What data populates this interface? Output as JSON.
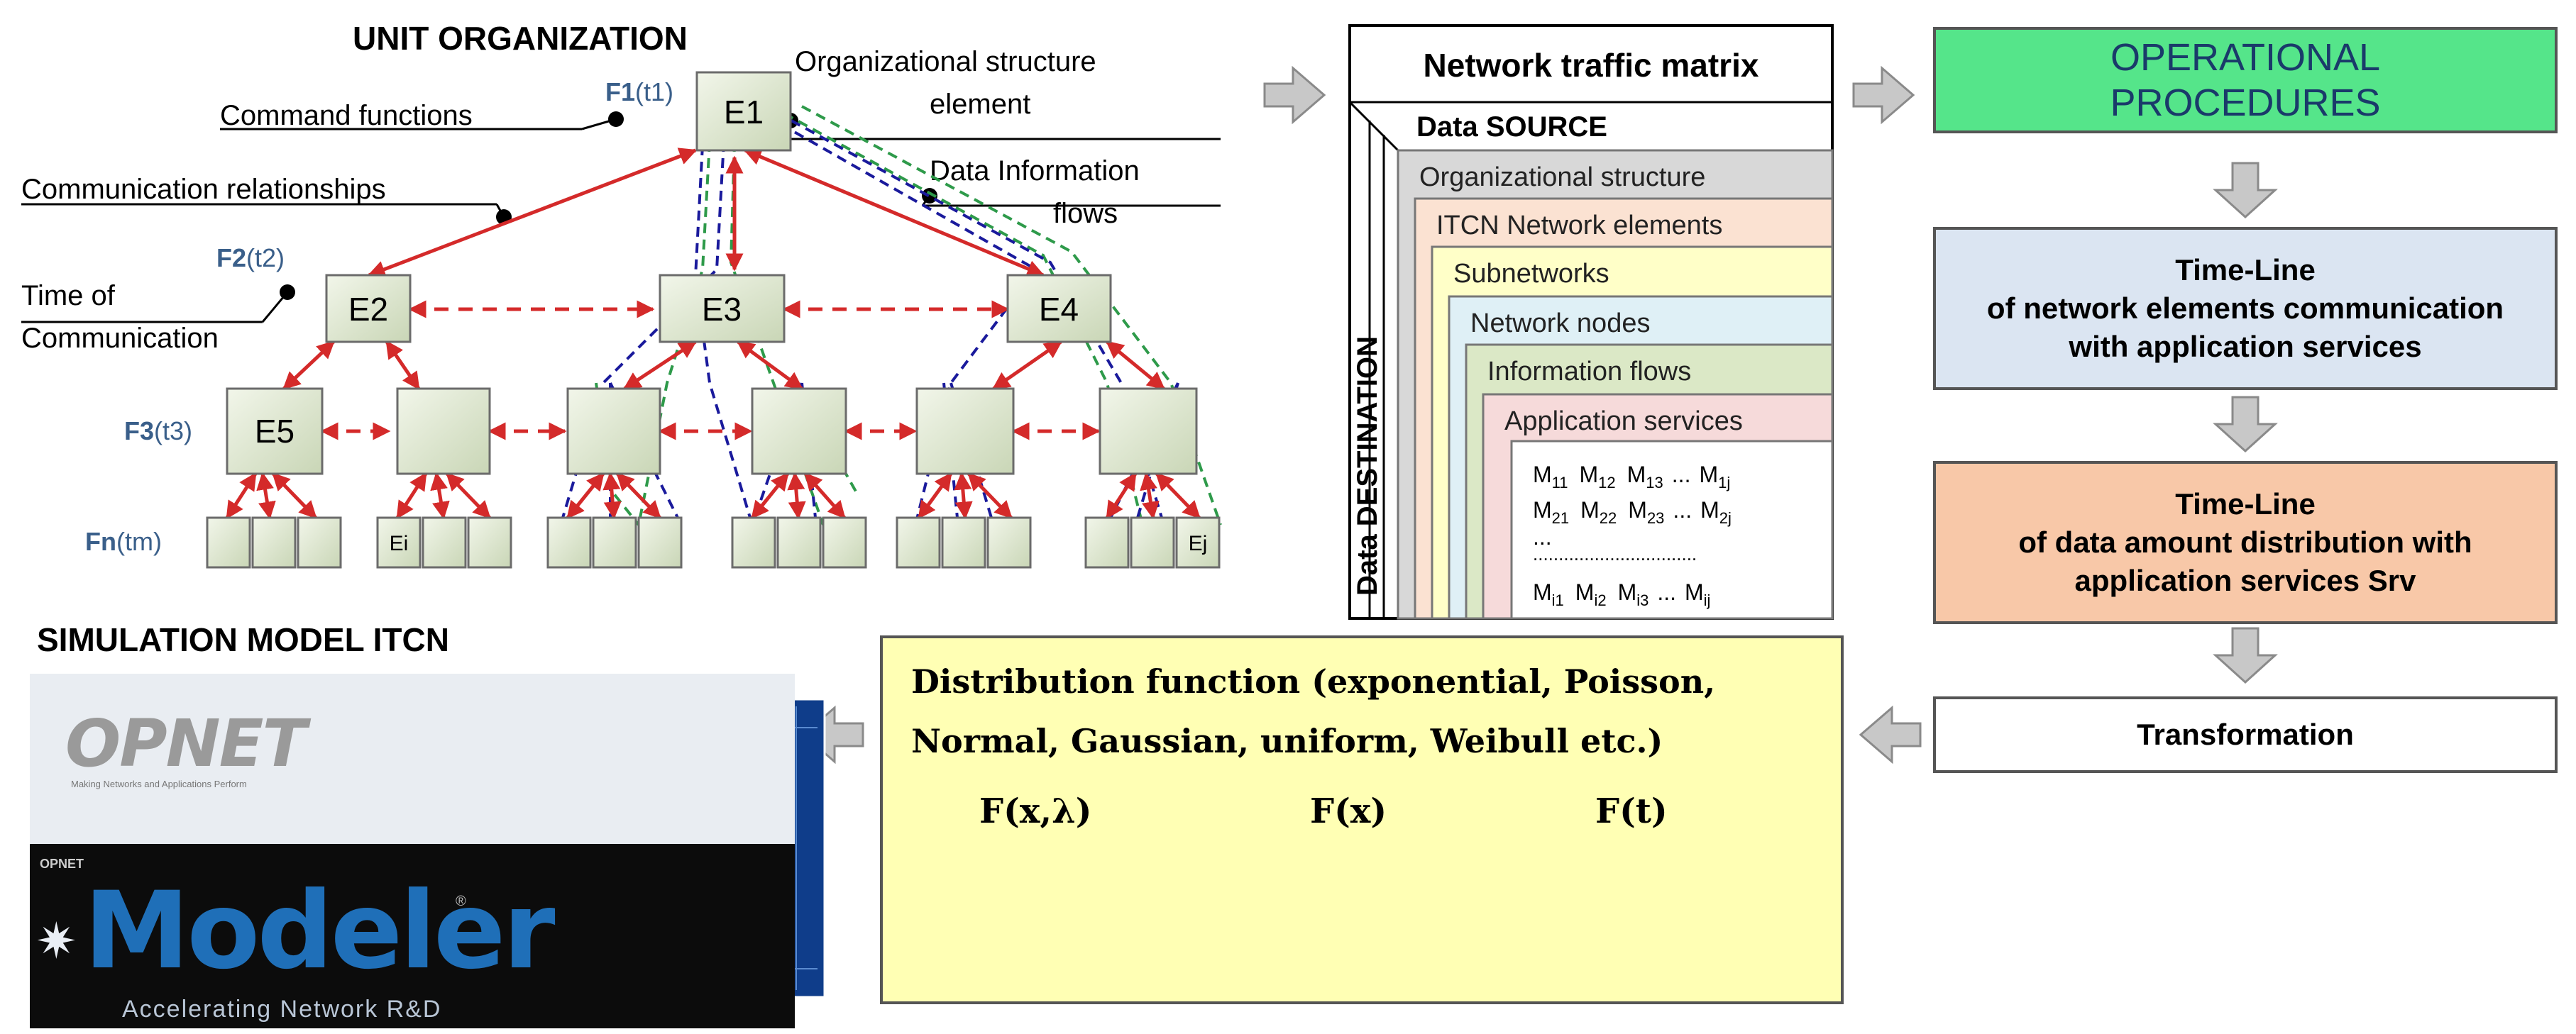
{
  "unit_organization": {
    "title": "UNIT ORGANIZATION",
    "annotations": {
      "command_functions": "Command functions",
      "communication_relationships": "Communication relationships",
      "time_of": "Time of",
      "communication": "Communication",
      "org_structure_line1": "Organizational structure",
      "org_structure_line2": "element",
      "data_info_line1": "Data Information",
      "data_info_line2": "flows"
    },
    "levels": [
      {
        "f": "F1",
        "t": "(t1)"
      },
      {
        "f": "F2",
        "t": "(t2)"
      },
      {
        "f": "F3",
        "t": "(t3)"
      },
      {
        "f": "Fn",
        "t": "(tm)"
      }
    ],
    "nodes": {
      "e1": "E1",
      "e2": "E2",
      "e3": "E3",
      "e4": "E4",
      "e5": "E5",
      "ei": "Ei",
      "ej": "Ej"
    }
  },
  "traffic_matrix": {
    "title": "Network traffic matrix",
    "source_label": "Data SOURCE",
    "destination_label": "Data DESTINATION",
    "layers": [
      "Organizational structure",
      "ITCN Network elements",
      "Subnetworks",
      "Network nodes",
      "Information flows",
      "Application services"
    ],
    "matrix_rows": [
      [
        "M11",
        "M12",
        "M13",
        "...",
        "M1j"
      ],
      [
        "M21",
        "M22",
        "M23",
        "...",
        "M2j"
      ],
      [
        "Mi1",
        "Mi2",
        "Mi3",
        "...",
        "Mij"
      ]
    ],
    "matrix_dots": "................................",
    "matrix_row_ellipsis": "..."
  },
  "operational_procedures": {
    "line1": "OPERATIONAL",
    "line2": "PROCEDURES"
  },
  "timeline_comm": {
    "line1": "Time-Line",
    "line2": "of network elements communication",
    "line3": "with application services"
  },
  "timeline_data": {
    "line1": "Time-Line",
    "line2": "of data amount distribution with",
    "line3": "application services Srv"
  },
  "transformation": "Transformation",
  "distribution": {
    "line1": "Distribution function (exponential, Poisson,",
    "line2": "Normal, Gaussian, uniform, Weibull etc.)",
    "functions": [
      "F(x,λ)",
      "F(x)",
      "F(t)"
    ]
  },
  "simulation": {
    "title": "SIMULATION MODEL ITCN",
    "opnet_logo": "OPNET",
    "opnet_tagline": "Making Networks and Applications Perform",
    "opnet_small": "OPNET",
    "modeler": "Modeler",
    "accelerating": "Accelerating Network R&D",
    "registered": "®"
  },
  "colors": {
    "red_arrows": "#d42a2a",
    "blue_dashed": "#1a1a9c",
    "green_dashed": "#2e9a4a",
    "node_fill": "#dfe8d2",
    "block_arrow": "#c8c8c8",
    "level_label": "#3a5f8a",
    "operational_fill": "#55e58a",
    "timeline_comm_fill": "#dbe5f2",
    "timeline_data_fill": "#f8c8a8",
    "distribution_fill": "#ffffb4",
    "curve": "#1a75c8",
    "layer_colors": [
      "#d8d8d8",
      "#fbe2d2",
      "#ffffc8",
      "#dff0f6",
      "#dbe8c6",
      "#f6dada"
    ]
  }
}
